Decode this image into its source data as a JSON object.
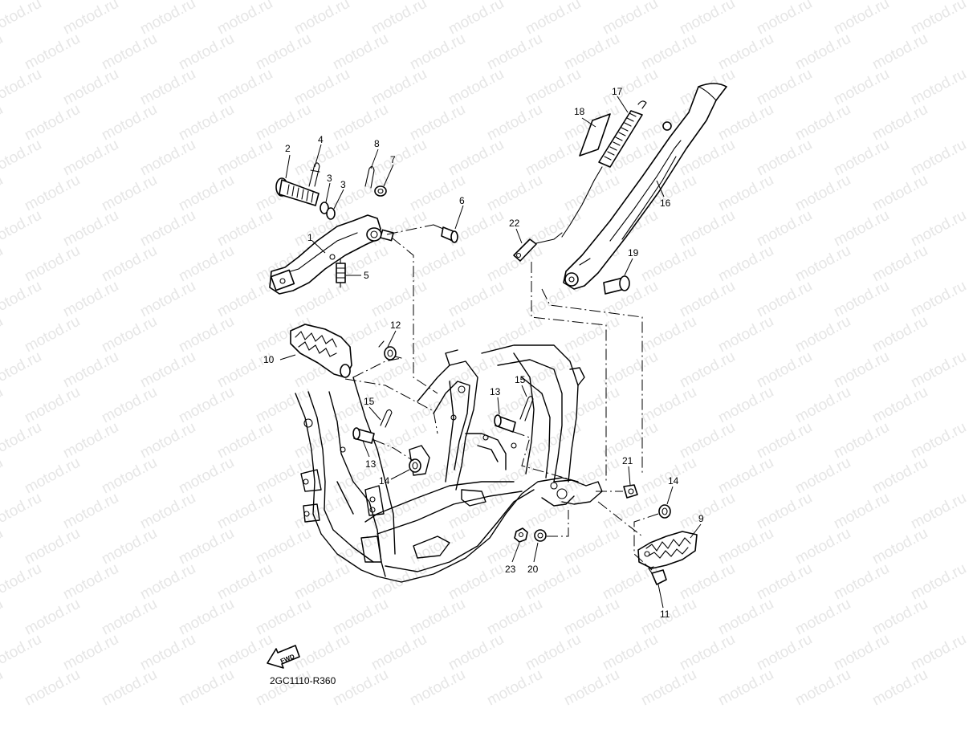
{
  "watermark_text": "motod.ru",
  "diagram_code": "2GC1110-R360",
  "fwd_label": "FWD",
  "callouts": [
    {
      "id": "c1",
      "label": "1"
    },
    {
      "id": "c2",
      "label": "2"
    },
    {
      "id": "c3a",
      "label": "3"
    },
    {
      "id": "c3b",
      "label": "3"
    },
    {
      "id": "c4",
      "label": "4"
    },
    {
      "id": "c5",
      "label": "5"
    },
    {
      "id": "c6",
      "label": "6"
    },
    {
      "id": "c7",
      "label": "7"
    },
    {
      "id": "c8",
      "label": "8"
    },
    {
      "id": "c9",
      "label": "9"
    },
    {
      "id": "c10",
      "label": "10"
    },
    {
      "id": "c11",
      "label": "11"
    },
    {
      "id": "c12",
      "label": "12"
    },
    {
      "id": "c13a",
      "label": "13"
    },
    {
      "id": "c13b",
      "label": "13"
    },
    {
      "id": "c14a",
      "label": "14"
    },
    {
      "id": "c14b",
      "label": "14"
    },
    {
      "id": "c15a",
      "label": "15"
    },
    {
      "id": "c15b",
      "label": "15"
    },
    {
      "id": "c16",
      "label": "16"
    },
    {
      "id": "c17",
      "label": "17"
    },
    {
      "id": "c18",
      "label": "18"
    },
    {
      "id": "c19",
      "label": "19"
    },
    {
      "id": "c20",
      "label": "20"
    },
    {
      "id": "c21",
      "label": "21"
    },
    {
      "id": "c22",
      "label": "22"
    },
    {
      "id": "c23",
      "label": "23"
    }
  ]
}
